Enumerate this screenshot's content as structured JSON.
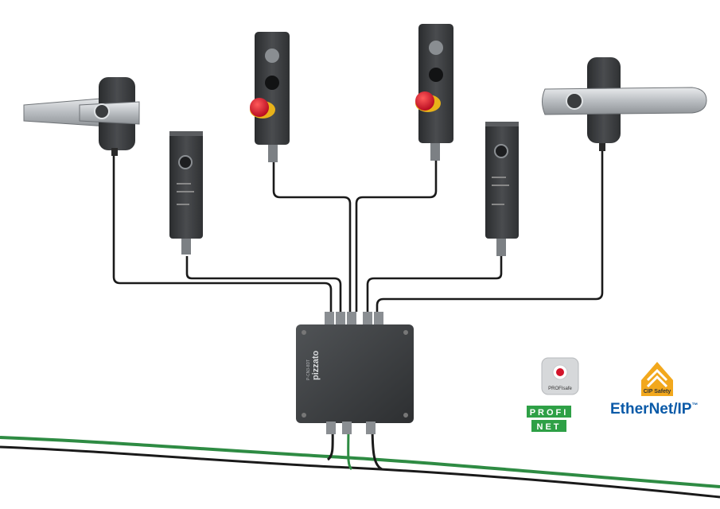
{
  "hub": {
    "brand": "pizzato",
    "model": "P-CN3-8DT"
  },
  "logos": {
    "profisafe_caption": "PROFIsafe",
    "profinet_top": "PROFI",
    "profinet_bottom": "NET",
    "cip_safety": "CIP Safety",
    "ethernet_ip_left": "EtherN",
    "ethernet_ip_right": "et/IP",
    "trademark": "™"
  },
  "colors": {
    "background": "#ffffff",
    "device_body": "#3c3e40",
    "cable": "#1a1a1a",
    "green_cable": "#2e8b43",
    "estop_red": "#d3142a",
    "estop_collar": "#e8b21a",
    "profinet_green": "#2ea046",
    "cip_orange": "#f2a81d",
    "ethernet_blue": "#0a5aa8"
  }
}
